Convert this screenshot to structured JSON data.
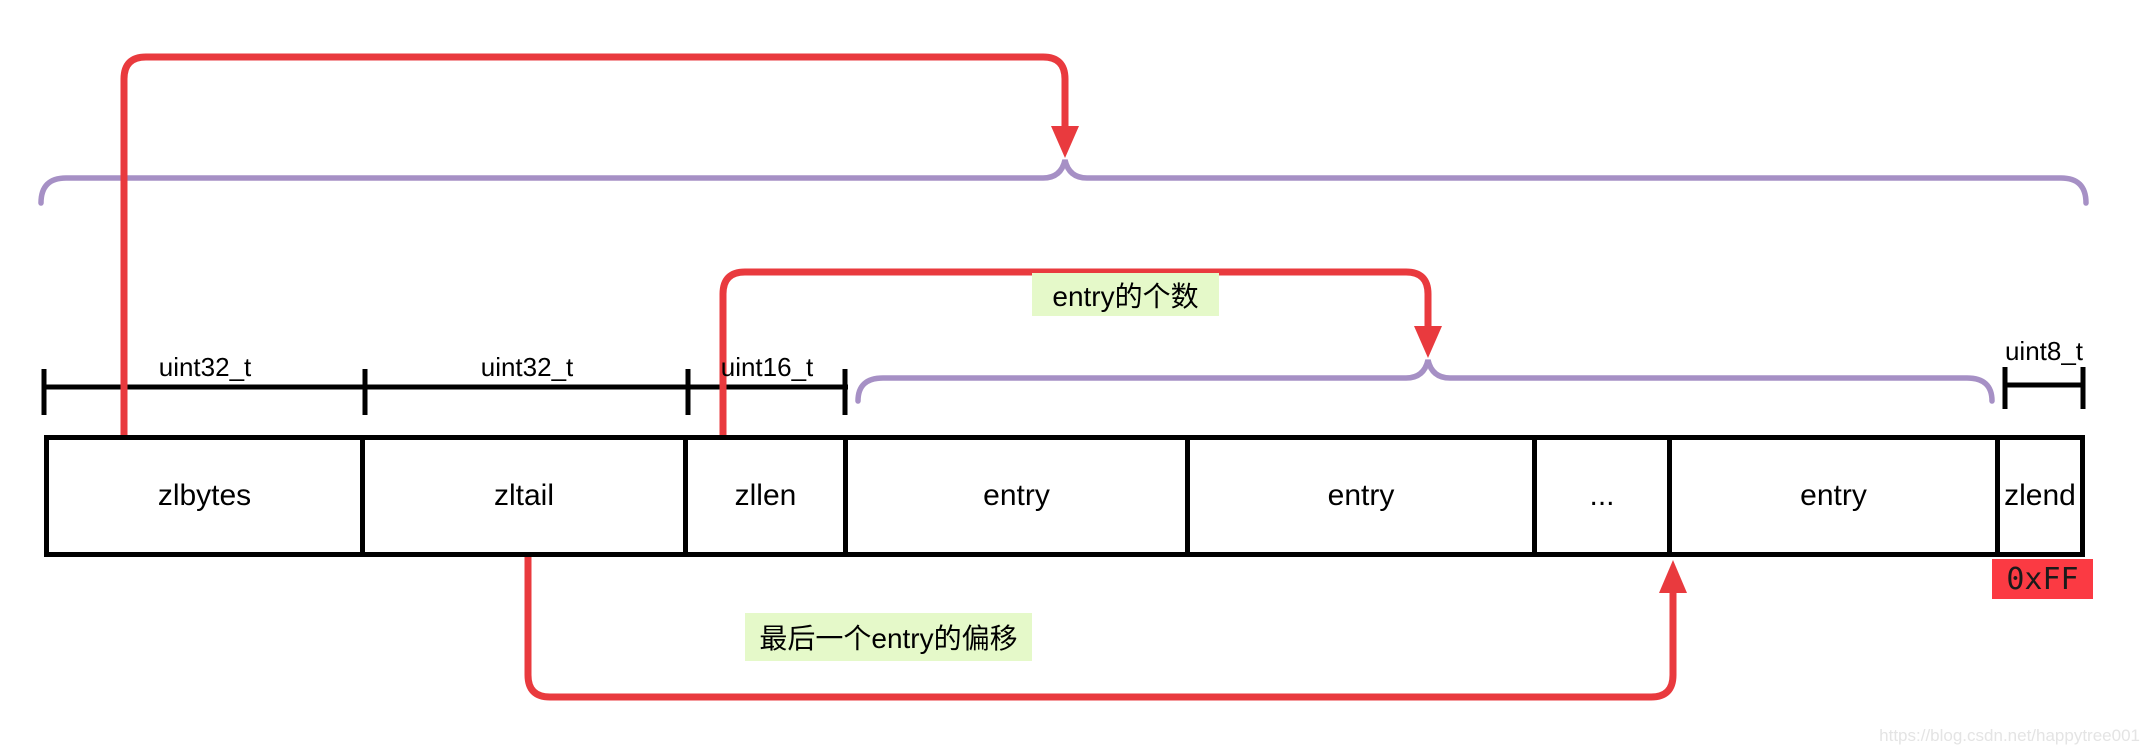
{
  "colors": {
    "arrow_red": "#e93a3e",
    "badge_red": "#fb3a43",
    "brace_purple": "#a690c5",
    "label_green": "#e5f9c9",
    "watermark_gray": "#e4e4e4",
    "border_black": "#000000"
  },
  "ruler": {
    "type_labels": [
      "uint32_t",
      "uint32_t",
      "uint16_t",
      "uint8_t"
    ]
  },
  "cells": [
    "zlbytes",
    "zltail",
    "zllen",
    "entry",
    "entry",
    "...",
    "entry",
    "zlend"
  ],
  "annotations": {
    "entry_count": "entry的个数",
    "last_entry_offset": "最后一个entry的偏移",
    "zlend_value": "0xFF"
  },
  "watermark": "https://blog.csdn.net/happytree001"
}
